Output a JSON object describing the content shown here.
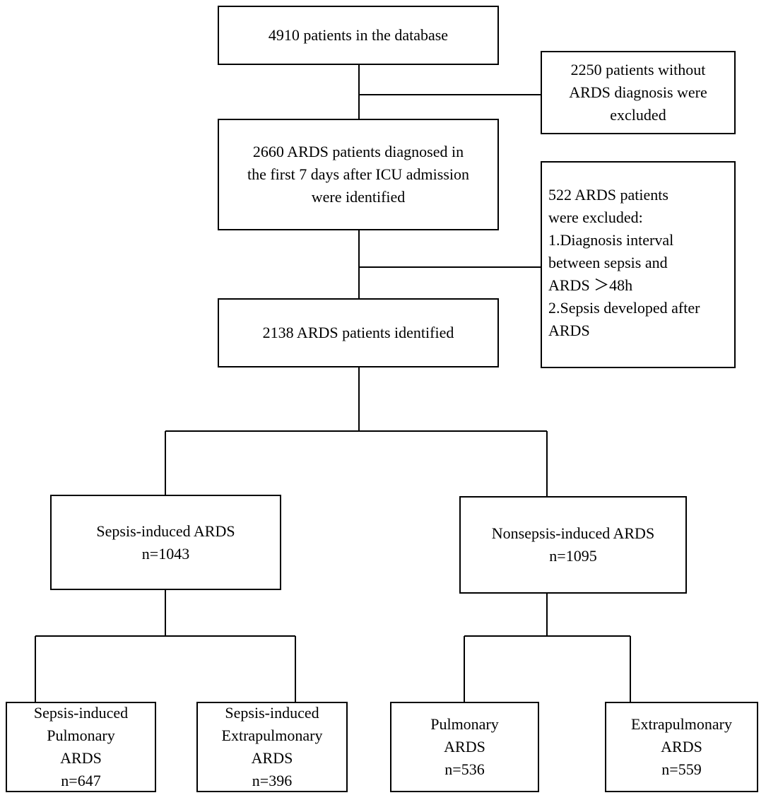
{
  "nodes": {
    "database": {
      "lines": [
        "4910 patients in the database"
      ]
    },
    "excluded_no_ards": {
      "lines": [
        "2250 patients without",
        "ARDS diagnosis were",
        "excluded"
      ]
    },
    "ards_identified_7days": {
      "lines": [
        "2660 ARDS patients diagnosed in",
        "the first 7 days after ICU admission",
        "were identified"
      ]
    },
    "excluded_522": {
      "lines": [
        "522 ARDS patients",
        "were excluded:",
        "1.Diagnosis interval",
        "between sepsis and",
        "ARDS ＞48h",
        "2.Sepsis developed after",
        "ARDS"
      ]
    },
    "ards_2138": {
      "lines": [
        "2138 ARDS patients identified"
      ]
    },
    "sepsis_induced": {
      "lines": [
        "Sepsis-induced ARDS",
        "n=1043"
      ]
    },
    "nonsepsis_induced": {
      "lines": [
        "Nonsepsis-induced ARDS",
        "n=1095"
      ]
    },
    "sepsis_pulmonary": {
      "lines": [
        "Sepsis-induced",
        "Pulmonary",
        "ARDS",
        "n=647"
      ]
    },
    "sepsis_extrapulmonary": {
      "lines": [
        "Sepsis-induced",
        "Extrapulmonary",
        "ARDS",
        "n=396"
      ]
    },
    "pulmonary": {
      "lines": [
        "Pulmonary",
        "ARDS",
        "n=536"
      ]
    },
    "extrapulmonary": {
      "lines": [
        "Extrapulmonary",
        "ARDS",
        "n=559"
      ]
    }
  }
}
